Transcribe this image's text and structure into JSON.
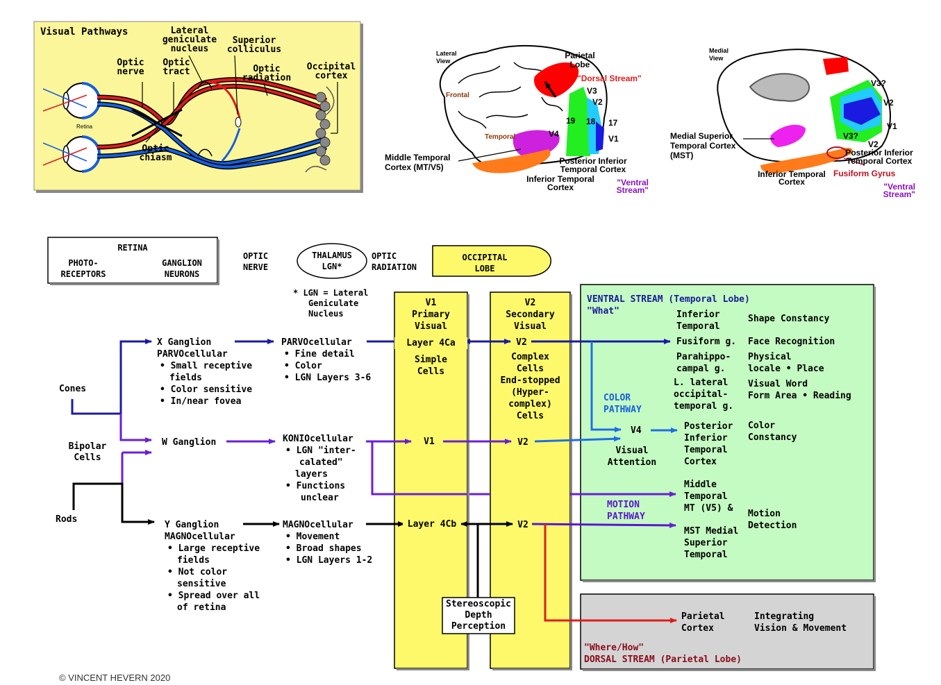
{
  "pathways": {
    "title": "Visual Pathways",
    "lateral_geniculate_nucleus": [
      "Lateral",
      "geniculate",
      "nucleus"
    ],
    "superior_colliculus": [
      "Superior",
      "colliculus"
    ],
    "optic_nerve": [
      "Optic",
      "nerve"
    ],
    "optic_tract": [
      "Optic",
      "tract"
    ],
    "optic_radiation": [
      "Optic",
      "radiation"
    ],
    "occipital_cortex": [
      "Occipital",
      "cortex"
    ],
    "retina": "Retina",
    "optic_chiasm": [
      "Optic",
      "chiasm"
    ]
  },
  "lateral_view": {
    "view_label": [
      "Lateral",
      "View"
    ],
    "parietal_lobe": [
      "Parietal",
      "Lobe"
    ],
    "dorsal_stream": "\"Dorsal Stream\"",
    "frontal": "Frontal",
    "temporal": "Temporal",
    "v3": "V3",
    "v2": "V2",
    "v1": "V1",
    "v4": "V4",
    "n19": "19",
    "n18": "18",
    "n17": "17",
    "middle_temporal": [
      "Middle Temporal",
      "Cortex (MT/V5)"
    ],
    "posterior_inferior_temporal": [
      "Posterior Inferior",
      "Temporal Cortex"
    ],
    "inferior_temporal": [
      "Inferior Temporal",
      "Cortex"
    ],
    "ventral_stream": [
      "\"Ventral",
      "Stream\""
    ]
  },
  "medial_view": {
    "view_label": [
      "Medial",
      "View"
    ],
    "v3q": "V3?",
    "v2": "V2",
    "v1": "V1",
    "v3q2": "V3?",
    "v2b": "V2",
    "mst": [
      "Medial Superior",
      "Temporal Cortex",
      "(MST)"
    ],
    "posterior_inferior_temporal": [
      "Posterior Inferior",
      "Temporal Cortex"
    ],
    "fusiform": "Fusiform Gyrus",
    "inferior_temporal": [
      "Inferior Temporal",
      "Cortex"
    ],
    "ventral_stream": [
      "\"Ventral",
      "Stream\""
    ]
  },
  "legend": {
    "retina": "RETINA",
    "photoreceptors": [
      "PHOTO-",
      "RECEPTORS"
    ],
    "ganglion_neurons": [
      "GANGLION",
      "NEURONS"
    ],
    "optic_nerve": [
      "OPTIC",
      "NERVE"
    ],
    "thalamus": [
      "THALAMUS",
      "LGN*"
    ],
    "optic_radiation": [
      "OPTIC",
      "RADIATION"
    ],
    "occipital_lobe": [
      "OCCIPITAL",
      "LOBE"
    ],
    "lgn_note": [
      "* LGN = Lateral",
      "Geniculate",
      "Nucleus"
    ]
  },
  "cells": {
    "cones": "Cones",
    "bipolar": [
      "Bipolar",
      "Cells"
    ],
    "rods": "Rods"
  },
  "x_ganglion": {
    "title": [
      "X Ganglion",
      "PARVOcellular"
    ],
    "bullets": [
      [
        "Small receptive",
        "fields"
      ],
      [
        "Color sensitive"
      ],
      [
        "In/near fovea"
      ]
    ]
  },
  "w_ganglion": {
    "title": "W Ganglion"
  },
  "y_ganglion": {
    "title": [
      "Y Ganglion",
      "MAGNOcellular"
    ],
    "bullets": [
      [
        "Large receptive",
        "fields"
      ],
      [
        "Not color",
        "sensitive"
      ],
      [
        "Spread over all",
        "of retina"
      ]
    ]
  },
  "parvo": {
    "title": "PARVOcellular",
    "bullets": [
      [
        "Fine detail"
      ],
      [
        "Color"
      ],
      [
        "LGN Layers 3-6"
      ]
    ]
  },
  "konio": {
    "title": "KONIOcellular",
    "bullets": [
      [
        "LGN \"inter-",
        "calated\"",
        "layers"
      ],
      [
        "Functions",
        "unclear"
      ]
    ]
  },
  "magno": {
    "title": "MAGNOcellular",
    "bullets": [
      [
        "Movement"
      ],
      [
        "Broad shapes"
      ],
      [
        "LGN Layers 1-2"
      ]
    ]
  },
  "v1": {
    "header": [
      "V1",
      "Primary",
      "Visual"
    ],
    "layer4ca": "Layer 4Ca",
    "simple_cells": [
      "Simple",
      "Cells"
    ],
    "v1_mid": "V1",
    "layer4cb": "Layer 4Cb"
  },
  "v2": {
    "header": [
      "V2",
      "Secondary",
      "Visual"
    ],
    "v2_top": "V2",
    "complex": [
      "Complex",
      "Cells",
      "End-stopped",
      "(Hyper-",
      "complex)",
      "Cells"
    ],
    "v2_mid": "V2",
    "v2_bot": "V2"
  },
  "stereo": [
    "Stereoscopic",
    "Depth",
    "Perception"
  ],
  "ventral": {
    "title": "VENTRAL STREAM (Temporal Lobe)",
    "what": "\"What\"",
    "inferior_temporal": [
      "Inferior",
      "Temporal"
    ],
    "shape_constancy": "Shape Constancy",
    "fusiform": "Fusiform g.",
    "face_recognition": "Face Recognition",
    "parahippocampal": [
      "Parahippo-",
      "campal g."
    ],
    "physical_locale": [
      "Physical",
      "locale • Place"
    ],
    "l_lateral": [
      "L. lateral",
      "occipital-",
      "temporal g."
    ],
    "visual_word": [
      "Visual Word",
      "Form Area • Reading"
    ],
    "color_pathway": [
      "COLOR",
      "PATHWAY"
    ],
    "v4": "V4",
    "visual_attention": [
      "Visual",
      "Attention"
    ],
    "posterior_inferior_temporal": [
      "Posterior",
      "Inferior",
      "Temporal",
      "Cortex"
    ],
    "color_constancy": [
      "Color",
      "Constancy"
    ],
    "motion_pathway": [
      "MOTION",
      "PATHWAY"
    ],
    "middle_temporal": [
      "Middle",
      "Temporal",
      "MT (V5) &"
    ],
    "mst": [
      "MST Medial",
      "Superior",
      "Temporal"
    ],
    "motion_detection": [
      "Motion",
      "Detection"
    ]
  },
  "dorsal": {
    "parietal": [
      "Parietal",
      "Cortex"
    ],
    "integrating": [
      "Integrating",
      "Vision & Movement"
    ],
    "where_how": "\"Where/How\"",
    "title": "DORSAL STREAM (Parietal Lobe)"
  },
  "copyright": "© VINCENT HEVERN 2020",
  "colors": {
    "yellow_panel": "#fcf69a",
    "yellow_column": "#fdf96a",
    "green_panel": "#c4fbc2",
    "gray_panel": "#d4d4d4",
    "parvo_blue": "#1a1aa6",
    "konio_purple": "#6a1fd6",
    "color_blue": "#1e6fe6",
    "dorsal_red": "#e01b1b",
    "navy_text": "#1a1a9a",
    "pathway_blue": "#1560e0",
    "motion_purple": "#5a16d0",
    "dark_red": "#8a0b1a"
  }
}
